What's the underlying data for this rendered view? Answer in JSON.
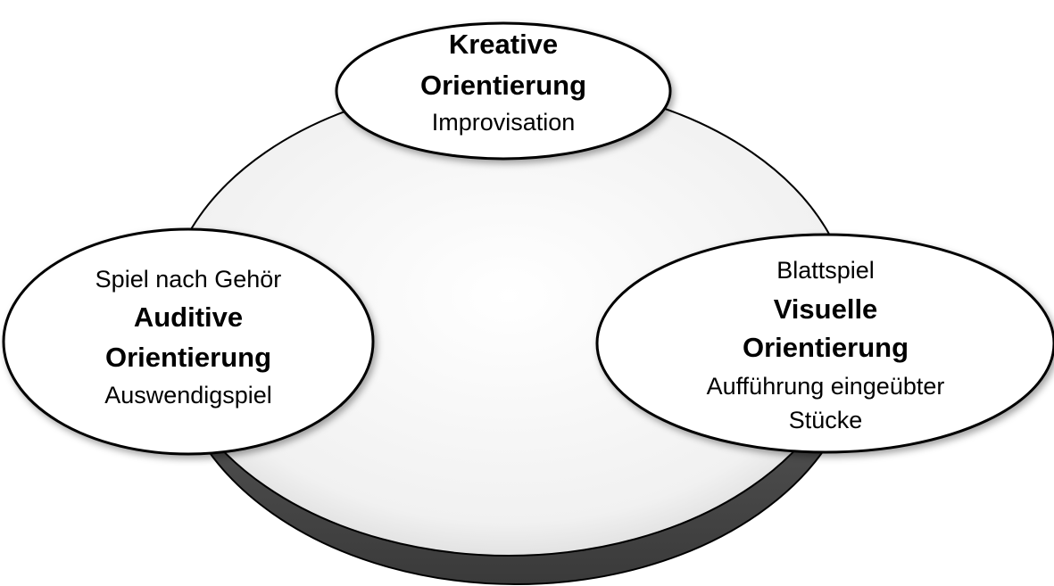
{
  "diagram": {
    "colors": {
      "base_fill": "#f3f3f3",
      "base_shadow": "#555555",
      "node_fill": "#ffffff",
      "stroke": "#000000"
    },
    "top": {
      "title_line1": "Kreative",
      "title_line2": "Orientierung",
      "subtitle": "Improvisation"
    },
    "left": {
      "above": "Spiel nach Gehör",
      "title_line1": "Auditive",
      "title_line2": "Orientierung",
      "below": "Auswendigspiel"
    },
    "right": {
      "above": "Blattspiel",
      "title_line1": "Visuelle",
      "title_line2": "Orientierung",
      "below_line1": "Aufführung eingeübter",
      "below_line2": "Stücke"
    }
  }
}
